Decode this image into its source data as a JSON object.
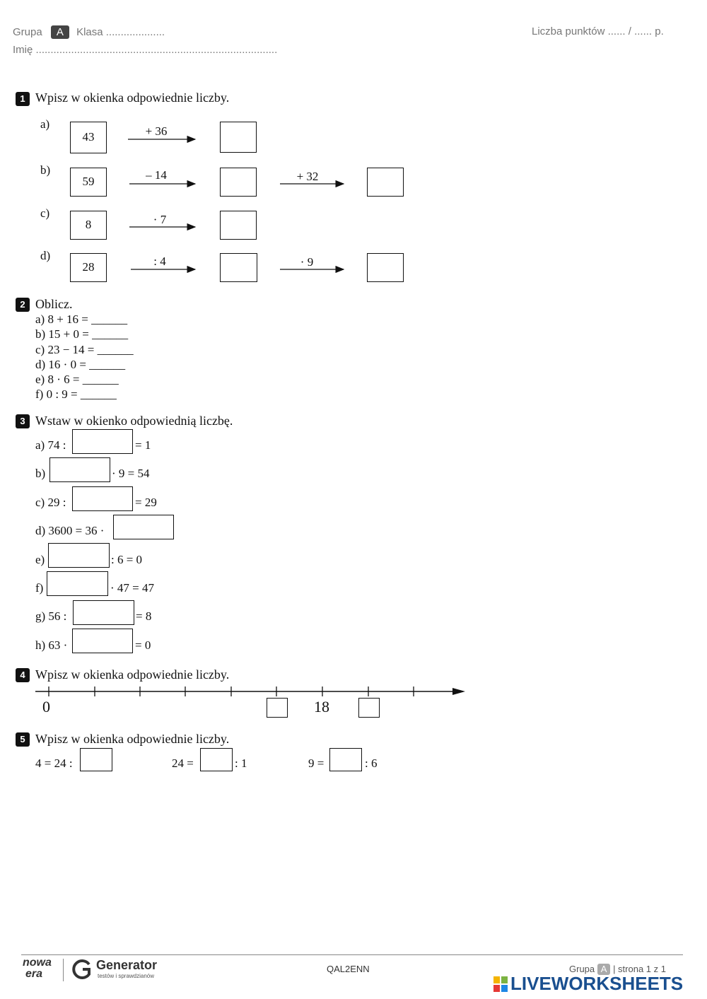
{
  "header": {
    "grupa_label": "Grupa",
    "grupa_value": "A",
    "klasa_label": "Klasa ....................",
    "imie_label": "Imię ..................................................................................",
    "points_label": "Liczba punktów ...... / ...... p."
  },
  "q1": {
    "number": "1",
    "title": "Wpisz w okienka odpowiednie liczby.",
    "rows": [
      {
        "letter": "a)",
        "start": "43",
        "op1": "+ 36",
        "op2": ""
      },
      {
        "letter": "b)",
        "start": "59",
        "op1": "– 14",
        "op2": "+ 32"
      },
      {
        "letter": "c)",
        "start": "8",
        "op1": "· 7",
        "op2": ""
      },
      {
        "letter": "d)",
        "start": "28",
        "op1": ": 4",
        "op2": "· 9"
      }
    ]
  },
  "q2": {
    "number": "2",
    "title": "Oblicz.",
    "items": [
      "a) 8 + 16 = ______",
      "b) 15 + 0 = ______",
      "c) 23 − 14 = ______",
      "d) 16 · 0 = ______",
      "e) 8 · 6 = ______",
      "f) 0 : 9 = ______"
    ]
  },
  "q3": {
    "number": "3",
    "title": "Wstaw w okienko odpowiednią liczbę.",
    "items": [
      {
        "before": "a) 74 :",
        "after": "= 1"
      },
      {
        "before": "b)",
        "after": "· 9 = 54"
      },
      {
        "before": "c) 29 :",
        "after": "= 29"
      },
      {
        "before": "d) 3600 = 36 ·",
        "after": ""
      },
      {
        "before": "e)",
        "after": ": 6 = 0"
      },
      {
        "before": "f)",
        "after": "· 47 = 47"
      },
      {
        "before": "g) 56 :",
        "after": "= 8"
      },
      {
        "before": "h) 63 ·",
        "after": "= 0"
      }
    ]
  },
  "q4": {
    "number": "4",
    "title": "Wpisz w okienka odpowiednie liczby.",
    "label_zero": "0",
    "label_18": "18"
  },
  "q5": {
    "number": "5",
    "title": "Wpisz w okienka odpowiednie liczby.",
    "items": [
      {
        "before": "4 = 24 :",
        "after": ""
      },
      {
        "before": "24 =",
        "after": ": 1"
      },
      {
        "before": "9 =",
        "after": ": 6"
      }
    ]
  },
  "footer": {
    "logo_nowa": "nowa",
    "logo_era": "era",
    "generator_title": "Generator",
    "generator_sub": "testów i sprawdzianów",
    "code": "QAL2ENN",
    "grupa_label": "Grupa",
    "grupa_value": "A",
    "page_label": "| strona 1 z 1",
    "liveworksheets": "LIVEWORKSHEETS"
  }
}
